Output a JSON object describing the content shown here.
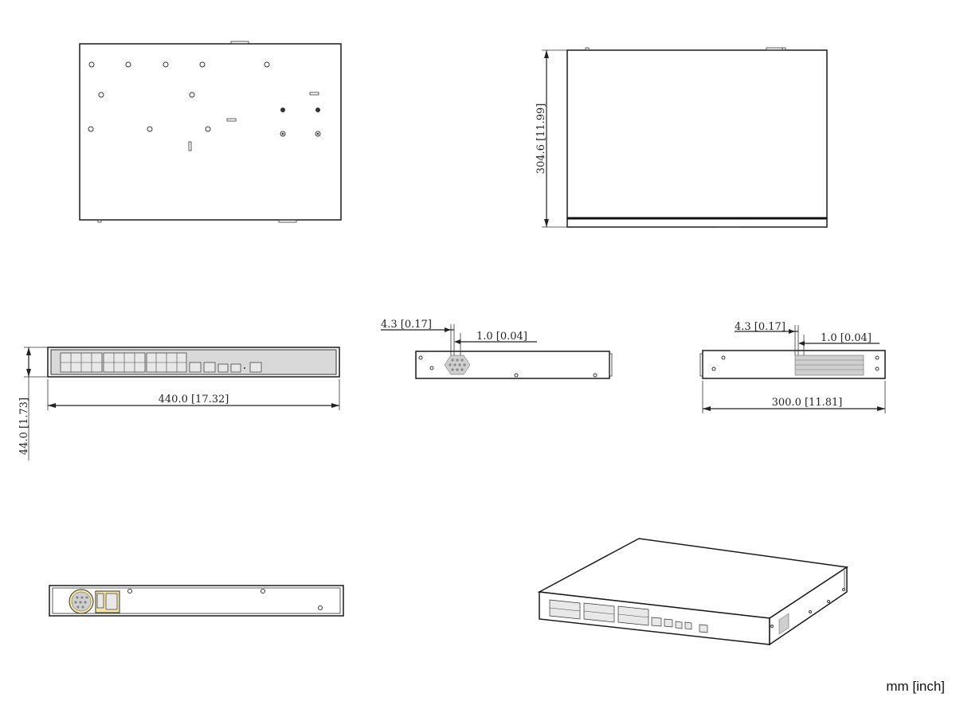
{
  "dimensions": {
    "depth": "304.6 [11.99]",
    "height": "44.0 [1.73]",
    "width": "440.0 [17.32]",
    "side_left_offset_a": "4.3 [0.17]",
    "side_left_offset_b": "1.0 [0.04]",
    "side_right_offset_a": "4.3 [0.17]",
    "side_right_offset_b": "1.0 [0.04]",
    "side_length": "300.0 [11.81]"
  },
  "unit_label": "mm [inch]",
  "views": [
    "bottom-view",
    "top-view",
    "front-view",
    "left-side-view",
    "right-side-view",
    "rear-view",
    "isometric-view"
  ],
  "colors": {
    "line": "#1a1a1a",
    "power_highlight": "#f7e7a3",
    "port_fill": "#e8e8e8"
  }
}
